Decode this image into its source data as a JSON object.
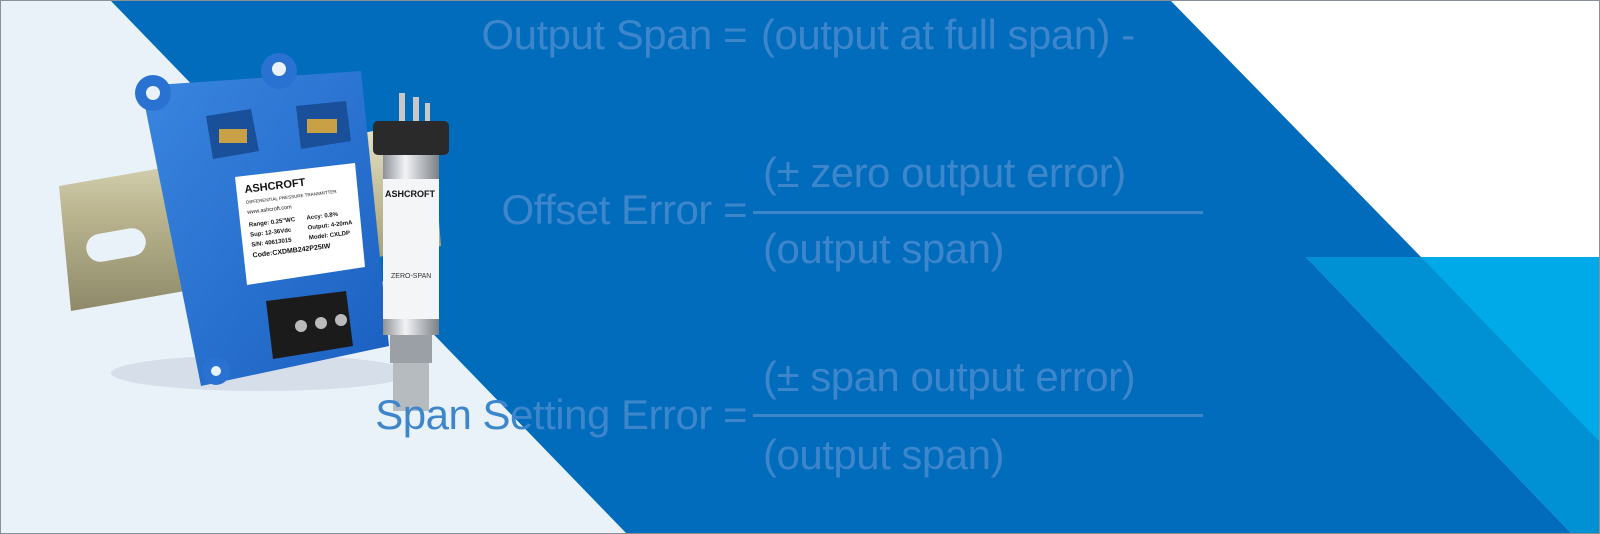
{
  "colors": {
    "blue": "#006cbb",
    "light": "#e9f1f9",
    "cyan": "#00aae9",
    "cyan_dark": "#0090d4",
    "formula_text": "#3e86cc"
  },
  "formulas": {
    "output_span": {
      "label": "Output Span =",
      "expression": "(output at full span) -"
    },
    "offset_error": {
      "label": "Offset Error =",
      "numerator": "(± zero output error)",
      "denominator": "(output span)"
    },
    "span_setting_error": {
      "label": "Span Setting Error =",
      "numerator": "(± span output error)",
      "denominator": "(output span)"
    }
  },
  "products": {
    "transmitter_label": {
      "brand": "ASHCROFT",
      "type": "DIFFERENTIAL PRESSURE TRANSMITTER",
      "url": "www.ashcroft.com",
      "range": "Range: 0.25\"WC",
      "accy": "Accy: 0.8%",
      "sup": "Sup: 12-36Vdc",
      "output": "Output: 4-20mA",
      "sn": "S/N: 40613015",
      "model": "Model: CXLDP",
      "code": "Code:CXDMB242P25IW"
    },
    "sensor_label": {
      "brand": "ASHCROFT",
      "footer": "ZERO-SPAN"
    }
  }
}
